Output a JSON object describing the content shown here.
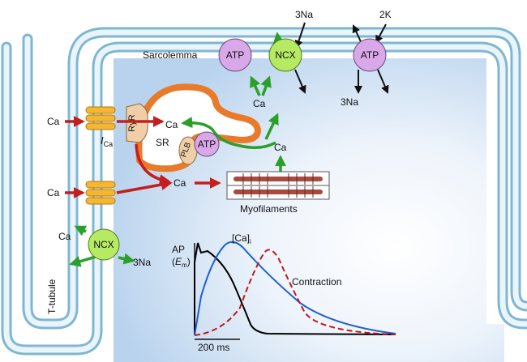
{
  "diagram": {
    "sarcolemma": "Sarcolemma",
    "t_tubule": "T-tubule",
    "sr": "SR",
    "ryr": "RyR",
    "plb": "PLB",
    "atp": "ATP",
    "ncx": "NCX",
    "ca": "Ca",
    "na3": "3Na",
    "k2": "2K",
    "ica_main": "I",
    "ica_sub": "Ca",
    "myofilaments": "Myofilaments",
    "ap_label": "AP",
    "em_open": "(",
    "em_main": "E",
    "em_sub": "m",
    "em_close": ")",
    "cai_main": "[Ca]",
    "cai_sub": "i",
    "contraction": "Contraction",
    "scale": "200 ms"
  },
  "colors": {
    "membrane": "#9ccbe0",
    "cytosol": "#c8dcf0",
    "sr": "#e87a2a",
    "atp_pump": "#d9a8e8",
    "ncx": "#b6ea63",
    "ryr": "#f0cfa8",
    "channel": "#f5b731",
    "influx_arrow": "#c41e1e",
    "efflux_arrow": "#2aa02a",
    "ap_trace": "#000000",
    "ca_trace": "#1f5fd0",
    "contraction_trace": "#c01818"
  },
  "icons": [
    "l-type-channel-icon",
    "atp-pump-icon",
    "ncx-exchanger-icon",
    "ryr-receptor-icon"
  ]
}
